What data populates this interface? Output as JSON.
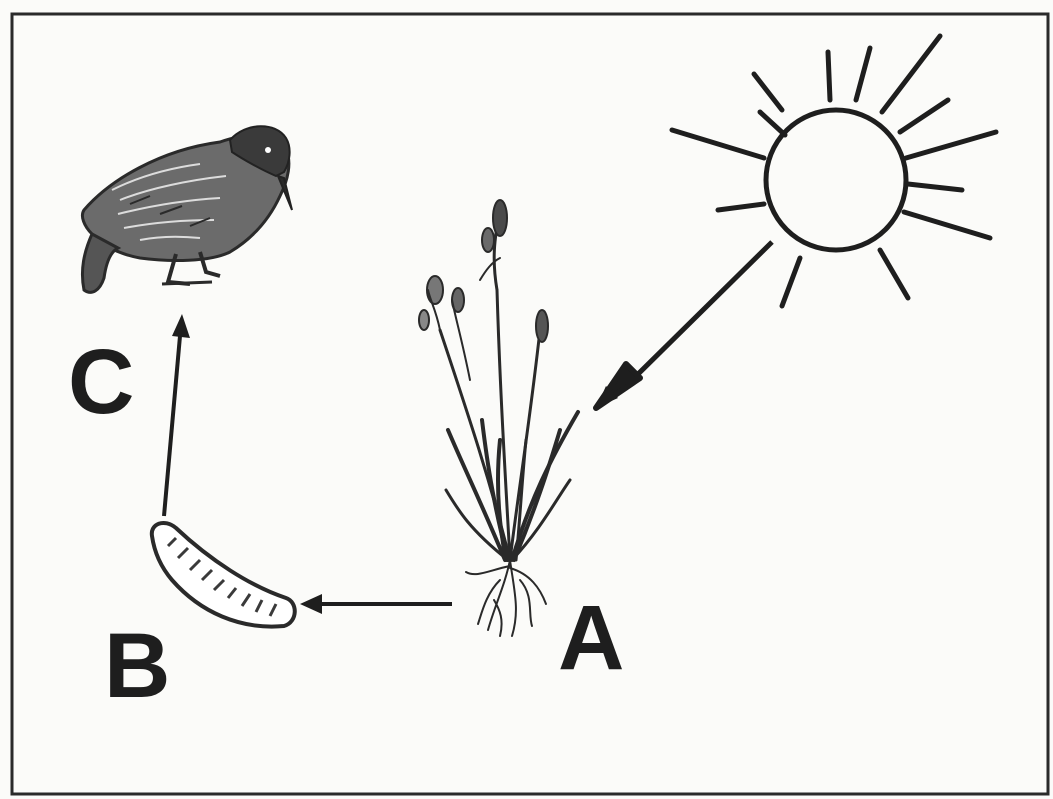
{
  "diagram": {
    "labels": {
      "a": "A",
      "b": "B",
      "c": "C"
    },
    "organisms": {
      "sun": "sun-icon",
      "plant": "grass-plant-icon",
      "caterpillar": "caterpillar-icon",
      "bird": "bird-icon"
    },
    "colors": {
      "ink": "#1e1e1e",
      "background": "#fbfbf9"
    }
  }
}
